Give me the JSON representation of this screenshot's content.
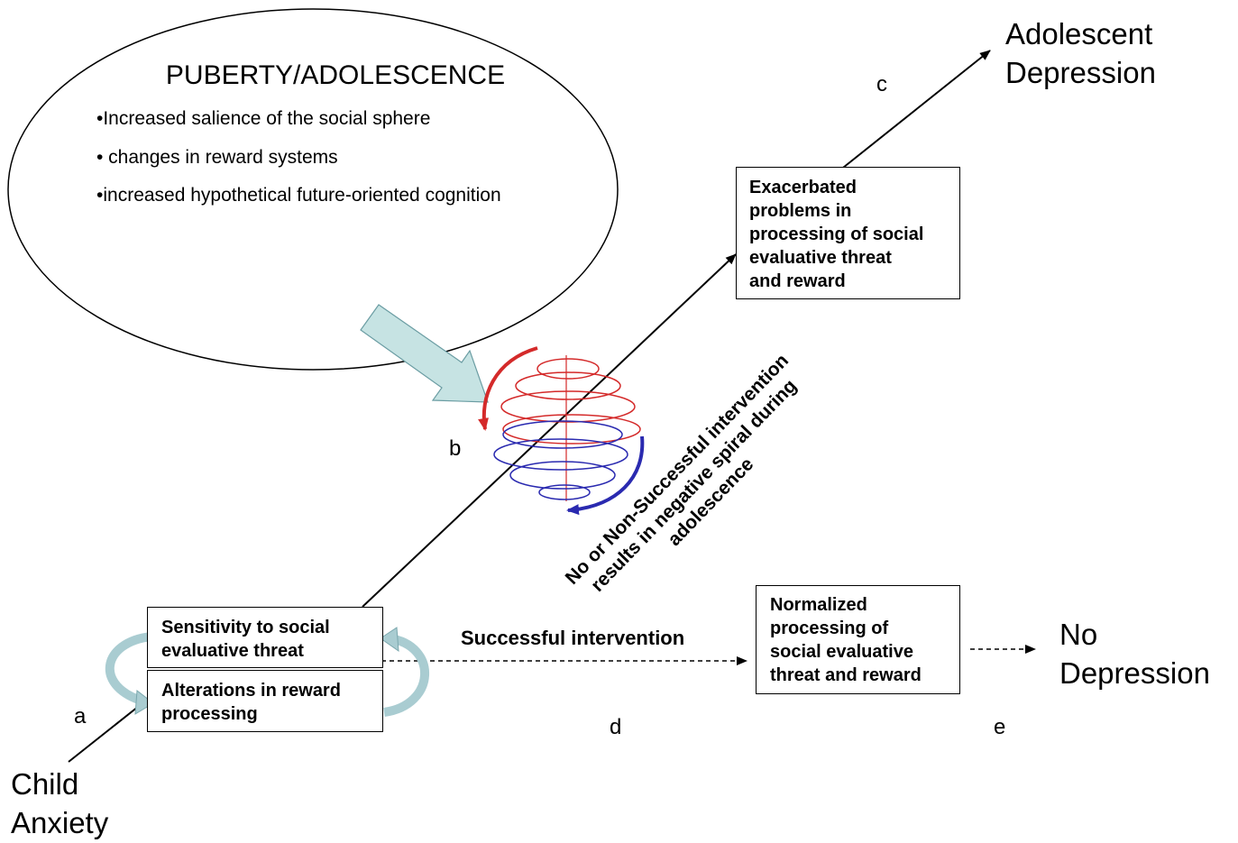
{
  "ellipse": {
    "title": "PUBERTY/ADOLESCENCE",
    "bullets": [
      "•Increased salience of the social sphere",
      "• changes in reward systems",
      "•increased hypothetical future-oriented cognition"
    ]
  },
  "boxes": {
    "sensitivity": "Sensitivity to social\nevaluative threat",
    "alterations": "Alterations in reward\nprocessing",
    "exacerbated": "Exacerbated\nproblems in\nprocessing of social\nevaluative  threat\nand reward",
    "normalized": "Normalized\nprocessing of\nsocial evaluative\nthreat and reward"
  },
  "outcomes": {
    "adolescent_depression": "Adolescent\nDepression",
    "no_depression": "No\nDepression",
    "child_anxiety": "Child\nAnxiety"
  },
  "labels": {
    "a": "a",
    "b": "b",
    "c": "c",
    "d": "d",
    "e": "e",
    "successful_intervention": "Successful intervention",
    "spiral_caption": "No or Non-Successful intervention\nresults in negative spiral during\nadolescence"
  },
  "colors": {
    "block_arrow": "#c6e3e3",
    "curved_arrow": "#a9ccd1",
    "spiral_red": "#d42a2a",
    "spiral_blue": "#2a2ab0"
  }
}
